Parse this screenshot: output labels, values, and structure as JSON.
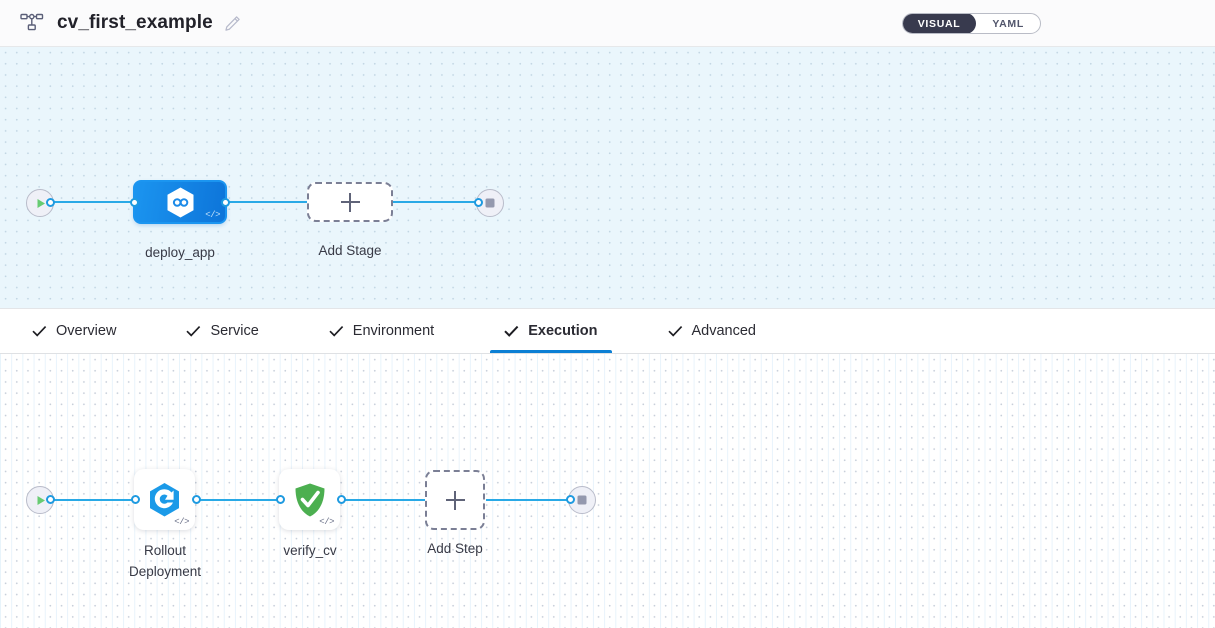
{
  "header": {
    "pipeline_icon": "pipeline-hierarchy-icon",
    "title": "cv_first_example",
    "edit_icon": "pencil-edit-icon",
    "view_toggle": {
      "visual_label": "VISUAL",
      "yaml_label": "YAML",
      "active": "VISUAL"
    }
  },
  "tabs": [
    {
      "label": "Overview",
      "checked": true,
      "active": false
    },
    {
      "label": "Service",
      "checked": true,
      "active": false
    },
    {
      "label": "Environment",
      "checked": true,
      "active": false
    },
    {
      "label": "Execution",
      "checked": true,
      "active": true
    },
    {
      "label": "Advanced",
      "checked": true,
      "active": false
    }
  ],
  "stage_canvas": {
    "start_node": {
      "icon": "play-icon",
      "name": "pipeline-start"
    },
    "nodes": [
      {
        "name": "deploy_app",
        "label": "deploy_app",
        "icon": "harness-hexagon-icon",
        "selected": true,
        "code_badge": "</>"
      },
      {
        "name": "add-stage",
        "label": "Add Stage",
        "icon": "plus-icon"
      }
    ],
    "end_node": {
      "icon": "stop-icon",
      "name": "pipeline-end"
    }
  },
  "step_canvas": {
    "start_node": {
      "icon": "play-icon",
      "name": "execution-start"
    },
    "nodes": [
      {
        "name": "rollout-deployment",
        "label": "Rollout\nDeployment",
        "icon": "rollout-deployment-icon",
        "code_badge": "</>"
      },
      {
        "name": "verify_cv",
        "label": "verify_cv",
        "icon": "green-shield-check-icon",
        "code_badge": "</>"
      },
      {
        "name": "add-step",
        "label": "Add Step",
        "icon": "plus-icon"
      }
    ],
    "end_node": {
      "icon": "stop-icon",
      "name": "execution-end"
    }
  },
  "colors": {
    "accent_blue": "#0b7fd4",
    "edge_blue": "#29a9e6",
    "stage_blue": "#1b95f0",
    "toggle_dark": "#383a4e",
    "shield_green": "#4caf50",
    "canvas_stage_bg": "#eaf6fc",
    "canvas_step_bg": "#ffffff"
  }
}
